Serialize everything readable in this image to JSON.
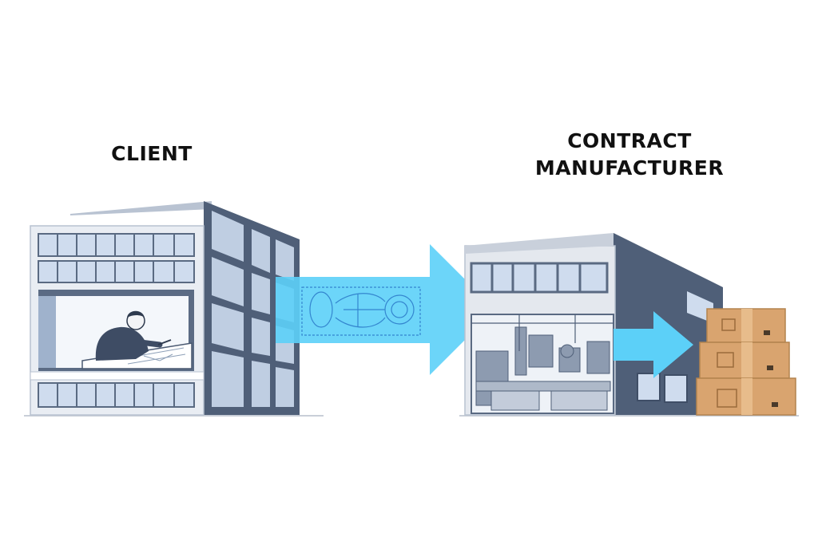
{
  "labels": {
    "client": "CLIENT",
    "contract_manufacturer_line1": "CONTRACT",
    "contract_manufacturer_line2": "MANUFACTURER"
  },
  "colors": {
    "arrow": "#5cd0f8",
    "building_dark": "#5a6a82",
    "glass": "#cfdcee",
    "box": "#d9a46f"
  }
}
